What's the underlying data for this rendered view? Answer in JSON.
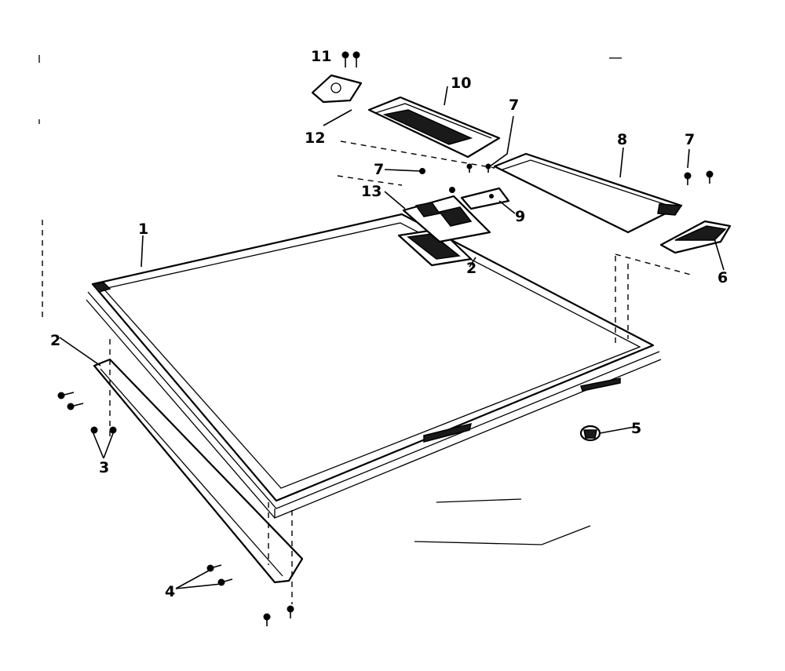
{
  "callouts": {
    "c1": "1",
    "c2": "2",
    "c2b": "2",
    "c3": "3",
    "c4": "4",
    "c5": "5",
    "c6": "6",
    "c7a": "7",
    "c7b": "7",
    "c7c": "7",
    "c8": "8",
    "c9": "9",
    "c10": "10",
    "c11": "11",
    "c12": "12",
    "c13": "13"
  }
}
